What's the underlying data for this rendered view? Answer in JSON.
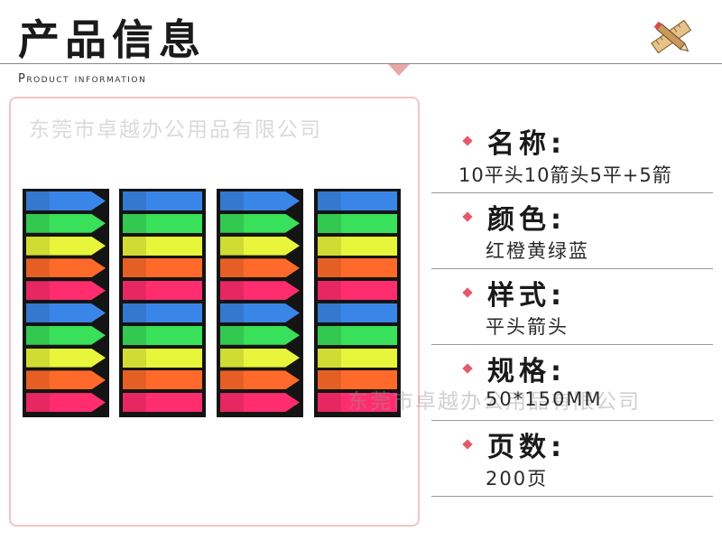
{
  "header": {
    "title": "产品信息",
    "subtitle": "Product information"
  },
  "watermark": {
    "text": "东莞市卓越办公用品有限公司"
  },
  "product_image": {
    "cards": [
      {
        "shape": "arrow",
        "strips": [
          "#3a86e8",
          "#39e05a",
          "#e8f53a",
          "#ff6a2a",
          "#ff2d6e",
          "#3a86e8",
          "#39e05a",
          "#e8f53a",
          "#ff6a2a",
          "#ff2d6e"
        ]
      },
      {
        "shape": "flat",
        "strips": [
          "#3a86e8",
          "#39e05a",
          "#e8f53a",
          "#ff6a2a",
          "#ff2d6e",
          "#3a86e8",
          "#39e05a",
          "#e8f53a",
          "#ff6a2a",
          "#ff2d6e"
        ]
      },
      {
        "shape": "arrow",
        "strips": [
          "#3a86e8",
          "#39e05a",
          "#e8f53a",
          "#ff6a2a",
          "#ff2d6e",
          "#3a86e8",
          "#39e05a",
          "#e8f53a",
          "#ff6a2a",
          "#ff2d6e"
        ]
      },
      {
        "shape": "flat",
        "strips": [
          "#3a86e8",
          "#39e05a",
          "#e8f53a",
          "#ff6a2a",
          "#ff2d6e",
          "#3a86e8",
          "#39e05a",
          "#e8f53a",
          "#ff6a2a",
          "#ff2d6e"
        ]
      }
    ]
  },
  "specs": [
    {
      "label": "名称:",
      "value": "10平头10箭头5平+5箭"
    },
    {
      "label": "颜色:",
      "value": "红橙黄绿蓝"
    },
    {
      "label": "样式:",
      "value": "平头箭头"
    },
    {
      "label": "规格:",
      "value": "50*150MM"
    },
    {
      "label": "页数:",
      "value": "200页"
    }
  ],
  "colors": {
    "accent": "#e45a6a",
    "frame_border": "#f2c4c4"
  },
  "icons": {
    "header_badge": "ruler-pencil-icon"
  }
}
